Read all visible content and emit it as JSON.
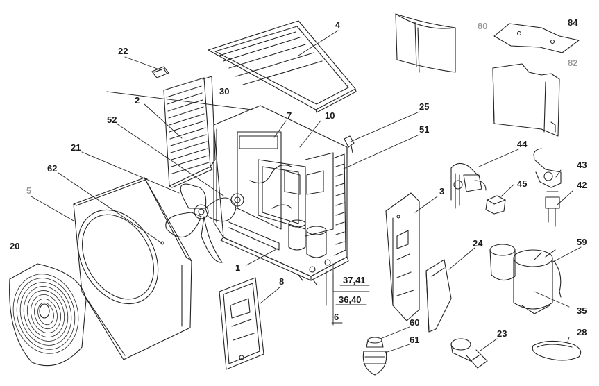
{
  "labels": {
    "p80": "80",
    "p84": "84",
    "p82": "82",
    "p4": "4",
    "p22": "22",
    "p30": "30",
    "p7": "7",
    "p10": "10",
    "p25": "25",
    "p2": "2",
    "p51": "51",
    "p52": "52",
    "p44": "44",
    "p43": "43",
    "p21": "21",
    "p45": "45",
    "p42": "42",
    "p62": "62",
    "p3": "3",
    "p5": "5",
    "p59": "59",
    "p24": "24",
    "p20": "20",
    "p1": "1",
    "p8": "8",
    "p3741": "37,41",
    "p35": "35",
    "p3640": "36,40",
    "p6": "6",
    "p60": "60",
    "p23": "23",
    "p28": "28",
    "p61": "61"
  },
  "colors": {
    "line": "#222222",
    "muted_label": "#9a9a9a",
    "label": "#1a1a1a"
  }
}
